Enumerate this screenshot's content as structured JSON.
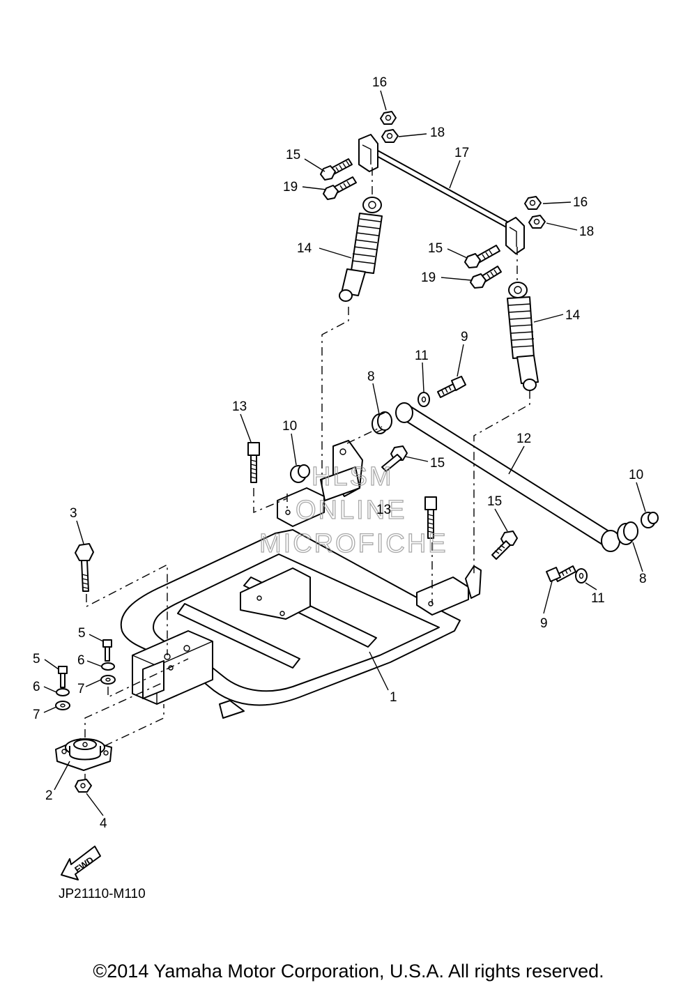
{
  "diagram": {
    "code": "JP21110-M110",
    "fwd_label": "FWD",
    "watermark": [
      "HLSM",
      "ONLINE",
      "MICROFICHE"
    ],
    "callouts": [
      {
        "id": "c16a",
        "text": "16"
      },
      {
        "id": "c18a",
        "text": "18"
      },
      {
        "id": "c17",
        "text": "17"
      },
      {
        "id": "c15a",
        "text": "15"
      },
      {
        "id": "c19a",
        "text": "19"
      },
      {
        "id": "c16b",
        "text": "16"
      },
      {
        "id": "c18b",
        "text": "18"
      },
      {
        "id": "c14a",
        "text": "14"
      },
      {
        "id": "c15b",
        "text": "15"
      },
      {
        "id": "c19b",
        "text": "19"
      },
      {
        "id": "c14b",
        "text": "14"
      },
      {
        "id": "c9a",
        "text": "9"
      },
      {
        "id": "c11a",
        "text": "11"
      },
      {
        "id": "c8a",
        "text": "8"
      },
      {
        "id": "c13a",
        "text": "13"
      },
      {
        "id": "c10a",
        "text": "10"
      },
      {
        "id": "c15c",
        "text": "15"
      },
      {
        "id": "c12",
        "text": "12"
      },
      {
        "id": "c13b",
        "text": "13"
      },
      {
        "id": "c15d",
        "text": "15"
      },
      {
        "id": "c10b",
        "text": "10"
      },
      {
        "id": "c3",
        "text": "3"
      },
      {
        "id": "c8b",
        "text": "8"
      },
      {
        "id": "c11b",
        "text": "11"
      },
      {
        "id": "c9b",
        "text": "9"
      },
      {
        "id": "c5a",
        "text": "5"
      },
      {
        "id": "c6a",
        "text": "6"
      },
      {
        "id": "c7a",
        "text": "7"
      },
      {
        "id": "c5b",
        "text": "5"
      },
      {
        "id": "c6b",
        "text": "6"
      },
      {
        "id": "c7b",
        "text": "7"
      },
      {
        "id": "c1",
        "text": "1"
      },
      {
        "id": "c2",
        "text": "2"
      },
      {
        "id": "c4",
        "text": "4"
      }
    ]
  },
  "footer": {
    "copyright": "©2014 Yamaha Motor Corporation, U.S.A. All rights reserved."
  }
}
